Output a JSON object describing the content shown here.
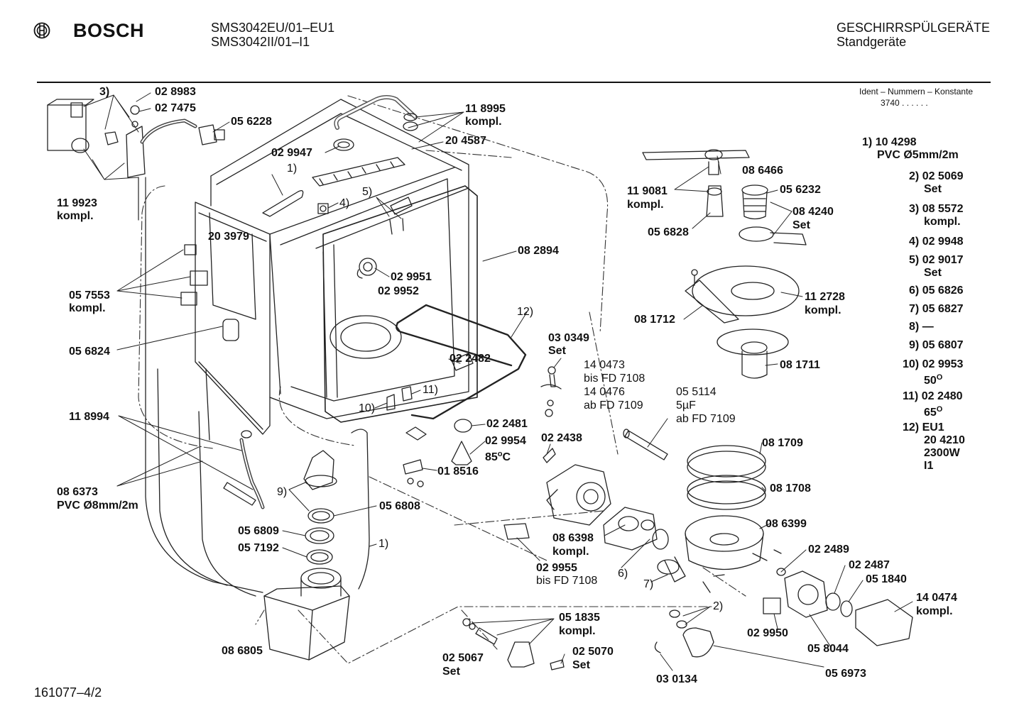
{
  "header": {
    "brand": "BOSCH",
    "model_1": "SMS3042EU/01–EU1",
    "model_2": "SMS3042II/01–I1",
    "category_1": "GESCHIRRSPÜLGERÄTE",
    "category_2": "Standgeräte",
    "ident_label": "Ident – Nummern – Konstante",
    "ident_value": "3740 . . . . . ."
  },
  "footer": {
    "doc_number": "161077–4/2"
  },
  "legend": [
    {
      "mark": "1)",
      "value": "10 4298",
      "note": "PVC Ø5mm/2m"
    },
    {
      "mark": "2)",
      "value": "02 5069",
      "note": "Set"
    },
    {
      "mark": "3)",
      "value": "08 5572",
      "note": "kompl."
    },
    {
      "mark": "4)",
      "value": "02 9948",
      "note": ""
    },
    {
      "mark": "5)",
      "value": "02 9017",
      "note": "Set"
    },
    {
      "mark": "6)",
      "value": "05 6826",
      "note": ""
    },
    {
      "mark": "7)",
      "value": "05 6827",
      "note": ""
    },
    {
      "mark": "8)",
      "value": "—",
      "note": ""
    },
    {
      "mark": "9)",
      "value": "05 6807",
      "note": ""
    },
    {
      "mark": "10)",
      "value": "02 9953",
      "note": "50",
      "sup": "O"
    },
    {
      "mark": "11)",
      "value": "02 2480",
      "note": "65",
      "sup": "O"
    },
    {
      "mark": "12)",
      "value": "EU1",
      "note": "20 4210",
      "note2": "2300W",
      "note3": "I1"
    }
  ],
  "parts": {
    "p028983": "02 8983",
    "p027475": "02 7475",
    "p056228": "05 6228",
    "p118995": "11 8995",
    "p118995k": "kompl.",
    "p029947": "02 9947",
    "p204587": "20 4587",
    "p119923": "11 9923",
    "p119923k": "kompl.",
    "p203979": "20 3979",
    "p082894": "08 2894",
    "p029951": "02 9951",
    "p029952": "02 9952",
    "p057553": "05 7553",
    "p057553k": "kompl.",
    "p056824": "05 6824",
    "p022482": "02 2482",
    "p030349": "03 0349",
    "p030349s": "Set",
    "p118994": "11 8994",
    "p086373": "08 6373",
    "p086373n": "PVC Ø8mm/2m",
    "p022481": "02 2481",
    "p029954": "02 9954",
    "p029954t": "85",
    "p029954u": "C",
    "p022438": "02 2438",
    "p018516": "01 8516",
    "p056809": "05 6809",
    "p057192": "05 7192",
    "p056808": "05 6808",
    "p086805": "08 6805",
    "p086398": "08 6398",
    "p086398k": "kompl.",
    "p029955": "02 9955",
    "p029955n": "bis FD 7108",
    "p051835": "05 1835",
    "p051835k": "kompl.",
    "p025067": "02 5067",
    "p025067s": "Set",
    "p025070": "02 5070",
    "p025070s": "Set",
    "p030134": "03 0134",
    "p056973": "05 6973",
    "p058044": "05 8044",
    "p029950": "02 9950",
    "p022489": "02 2489",
    "p022487": "02 2487",
    "p051840": "05 1840",
    "p140474": "14 0474",
    "p140474k": "kompl.",
    "p086399": "08 6399",
    "p081708": "08 1708",
    "p081709": "08 1709",
    "p081711": "08 1711",
    "p081712": "08 1712",
    "p112728": "11 2728",
    "p112728k": "kompl.",
    "p086466": "08 6466",
    "p119081": "11 9081",
    "p119081k": "kompl.",
    "p056828": "05 6828",
    "p056232": "05 6232",
    "p084240": "08 4240",
    "p084240s": "Set",
    "motor_1": "14 0473",
    "motor_2": "bis FD 7108",
    "motor_3": "14 0476",
    "motor_4": "ab FD 7109",
    "cap_1": "05 5114",
    "cap_2": "5µF",
    "cap_3": "ab FD 7109"
  },
  "markers": {
    "m1a": "1)",
    "m1b": "1)",
    "m2": "2)",
    "m3": "3)",
    "m4": "4)",
    "m5": "5)",
    "m6": "6)",
    "m7": "7)",
    "m9": "9)",
    "m10": "10)",
    "m11": "11)",
    "m12": "12)"
  }
}
